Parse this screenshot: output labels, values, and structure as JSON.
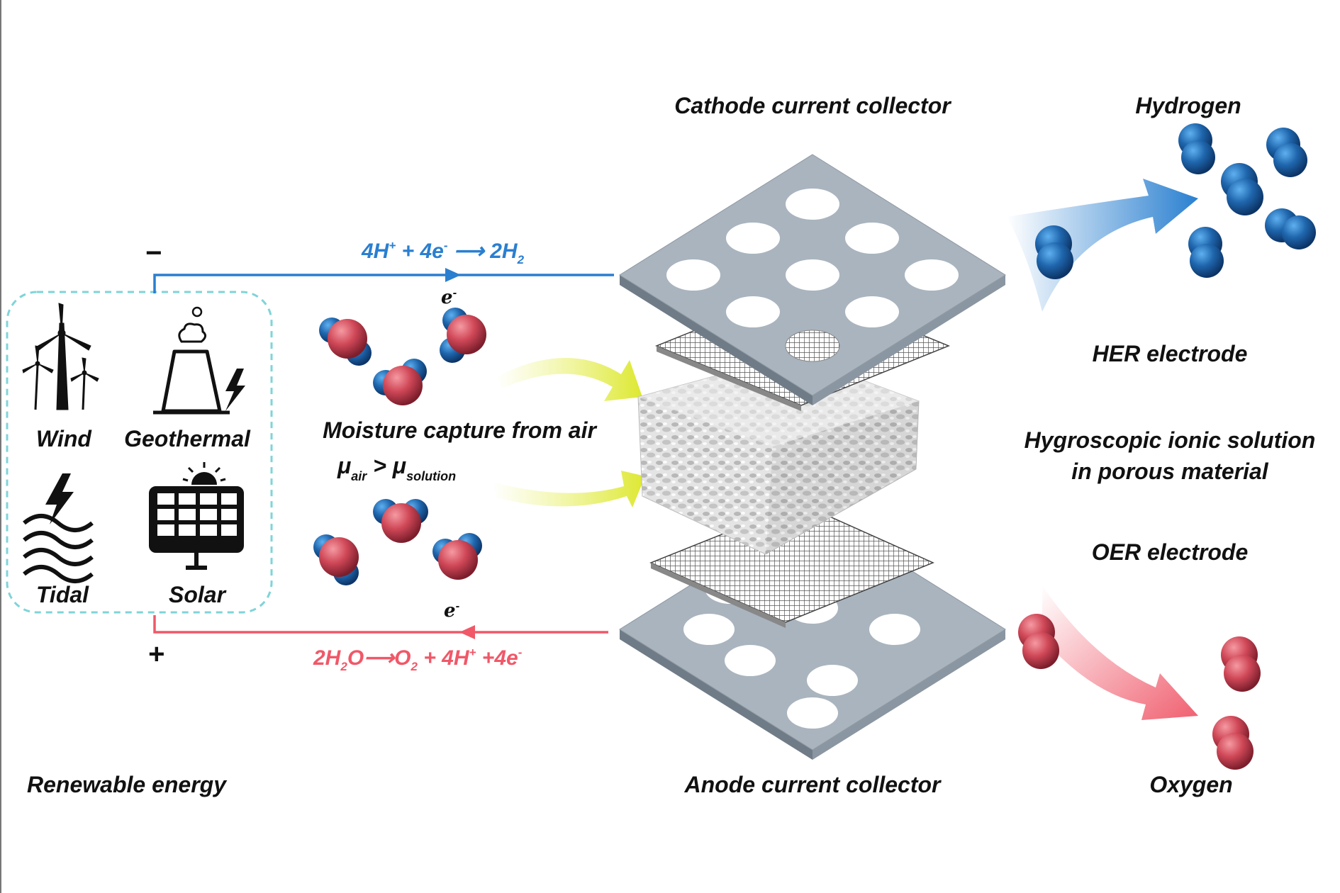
{
  "labels": {
    "cathode_collector": "Cathode current collector",
    "anode_collector": "Anode current collector",
    "hydrogen": "Hydrogen",
    "oxygen": "Oxygen",
    "her_electrode": "HER  electrode",
    "oer_electrode": "OER electrode",
    "hygroscopic_line1": "Hygroscopic ionic solution",
    "hygroscopic_line2": "in porous material",
    "moisture_capture": "Moisture capture from air",
    "renewable_energy": "Renewable energy",
    "wind": "Wind",
    "geothermal": "Geothermal",
    "tidal": "Tidal",
    "solar": "Solar"
  },
  "reactions": {
    "cathode": {
      "a": "4H",
      "a_sup": "+",
      "b": " + 4e",
      "b_sup": "-",
      "c": " ⟶ 2H",
      "c_sub": "2"
    },
    "anode": {
      "a": "2H",
      "a_sub": "2",
      "b": "O⟶O",
      "b_sub": "2",
      "c": " + 4H",
      "c_sup": "+",
      "d": " +4e",
      "d_sup": "-"
    }
  },
  "chem_potential": {
    "mu": "μ",
    "air": "air",
    "gt": " > ",
    "solution": "solution"
  },
  "electron": {
    "symbol": "e",
    "sup": "-"
  },
  "terminals": {
    "negative": "−",
    "positive": "+"
  },
  "colors": {
    "cathode_blue": "#2a7fd0",
    "anode_red": "#f05868",
    "plate_gray": "#a9b4be",
    "renewable_box": "#7fd4d8",
    "moisture_arrow": "#e4ec3a",
    "h2_blue": "#1e5fa0",
    "o_red": "#c9404f"
  }
}
